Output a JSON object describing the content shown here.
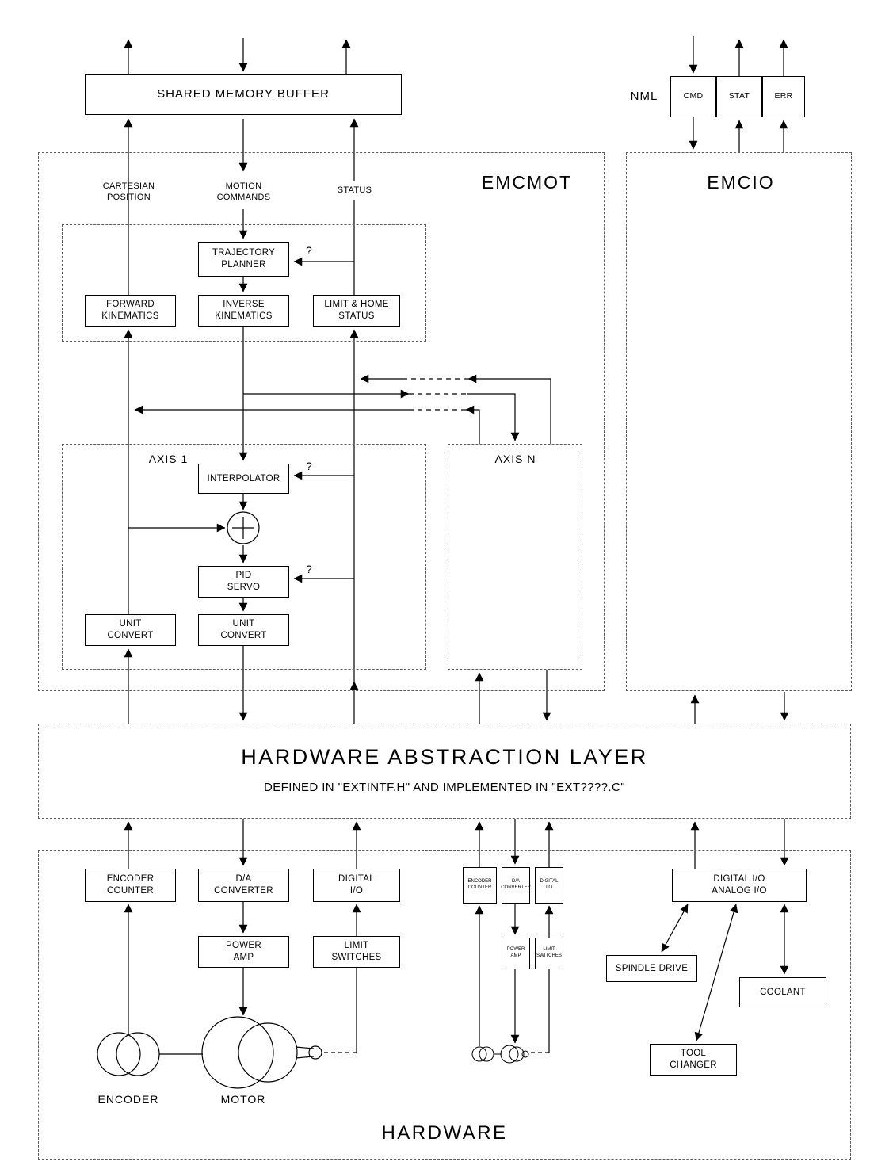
{
  "top": {
    "shared_memory_buffer": "SHARED MEMORY BUFFER",
    "nml": {
      "label": "NML",
      "channels": [
        "CMD",
        "STAT",
        "ERR"
      ]
    }
  },
  "emcmot": {
    "label": "EMCMOT",
    "question_mark": "?",
    "signals": {
      "cartesian_position": "CARTESIAN\nPOSITION",
      "motion_commands": "MOTION\nCOMMANDS",
      "status": "STATUS"
    },
    "kinematics": {
      "trajectory_planner": "TRAJECTORY\nPLANNER",
      "forward_kinematics": "FORWARD\nKINEMATICS",
      "inverse_kinematics": "INVERSE\nKINEMATICS",
      "limit_home_status": "LIMIT & HOME\nSTATUS"
    },
    "axis1": {
      "label": "AXIS 1",
      "interpolator": "INTERPOLATOR",
      "pid_servo": "PID\nSERVO",
      "unit_convert_feedback": "UNIT\nCONVERT",
      "unit_convert_output": "UNIT\nCONVERT"
    },
    "axisn": {
      "label": "AXIS N"
    }
  },
  "emcio": {
    "label": "EMCIO"
  },
  "hal": {
    "title": "HARDWARE ABSTRACTION LAYER",
    "subtitle": "DEFINED IN \"EXTINTF.H\" AND IMPLEMENTED IN \"EXT????.C\""
  },
  "hardware": {
    "label": "HARDWARE",
    "axis1": {
      "encoder_counter": "ENCODER\nCOUNTER",
      "da_converter": "D/A\nCONVERTER",
      "digital_io": "DIGITAL\nI/O",
      "power_amp": "POWER\nAMP",
      "limit_switches": "LIMIT\nSWITCHES",
      "encoder_label": "ENCODER",
      "motor_label": "MOTOR"
    },
    "axisn": {
      "encoder_counter": "ENCODER\nCOUNTER",
      "da_converter": "D/A\nCONVERTER",
      "digital_io": "DIGITAL\nI/O",
      "power_amp": "POWER\nAMP",
      "limit_switches": "LIMIT\nSWITCHES"
    },
    "io": {
      "digital_analog_io": "DIGITAL I/O\nANALOG I/O",
      "spindle_drive": "SPINDLE DRIVE",
      "coolant": "COOLANT",
      "tool_changer": "TOOL\nCHANGER"
    }
  }
}
